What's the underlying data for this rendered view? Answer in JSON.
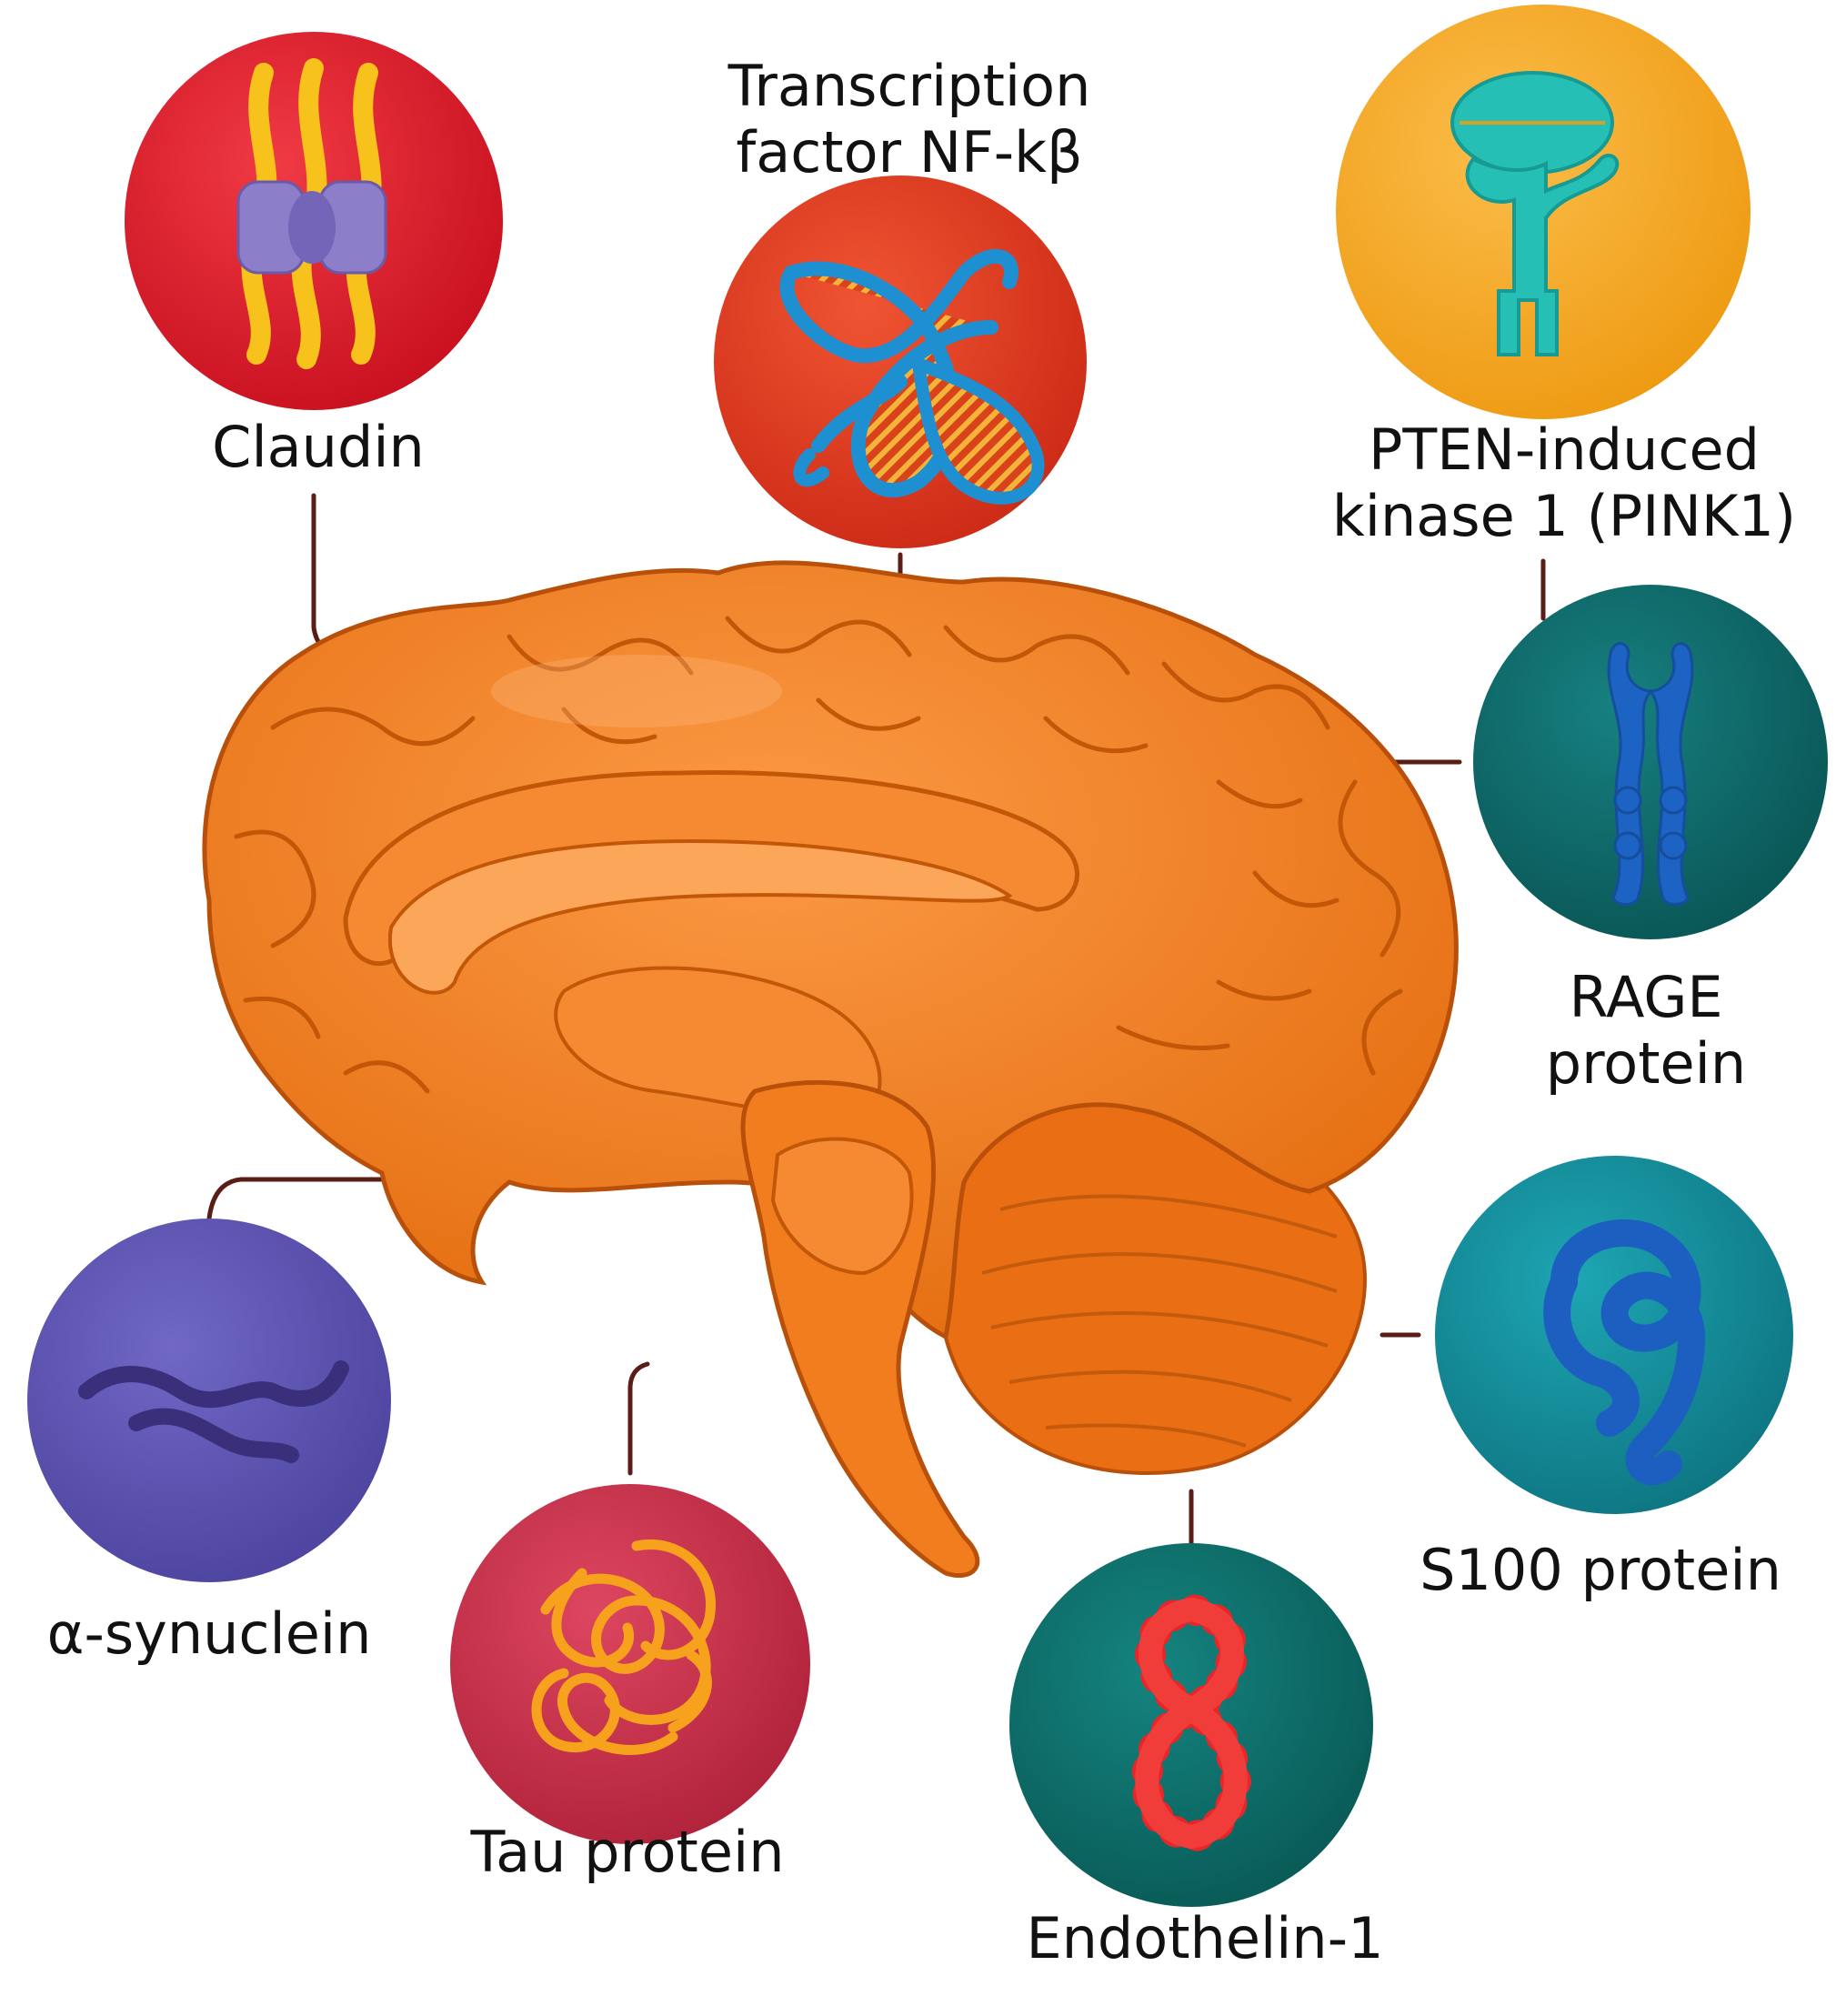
{
  "diagram": {
    "center": "brain-sagittal",
    "proteins": [
      {
        "id": "claudin",
        "label_lines": [
          "Claudin"
        ],
        "color": "#e01b2e",
        "icon": "claudin-tight-junction-icon"
      },
      {
        "id": "nfkb",
        "label_lines": [
          "Transcription",
          "factor NF-kβ"
        ],
        "color": "#e03a22",
        "icon": "nfkb-dna-icon"
      },
      {
        "id": "pink1",
        "label_lines": [
          "PTEN-induced",
          "kinase 1 (PINK1)"
        ],
        "color": "#f5a623",
        "icon": "pink1-kinase-icon"
      },
      {
        "id": "rage",
        "label_lines": [
          "RAGE",
          "protein"
        ],
        "color": "#0d6b6b",
        "icon": "rage-receptor-icon"
      },
      {
        "id": "s100",
        "label_lines": [
          "S100 protein"
        ],
        "color": "#138a99",
        "icon": "s100-coil-icon"
      },
      {
        "id": "endothelin",
        "label_lines": [
          "Endothelin-1"
        ],
        "color": "#0e6e6a",
        "icon": "endothelin-figure-eight-icon"
      },
      {
        "id": "tau",
        "label_lines": [
          "Tau protein"
        ],
        "color": "#c9304a",
        "icon": "tau-tangle-icon"
      },
      {
        "id": "synuclein",
        "label_lines": [
          "α-synuclein"
        ],
        "color": "#5e55b4",
        "icon": "synuclein-strands-icon"
      }
    ],
    "colors": {
      "brain": "#f07b1c",
      "brain_dark": "#c85a0c",
      "brain_light": "#fb9a45",
      "connector": "#5a1e16"
    }
  }
}
